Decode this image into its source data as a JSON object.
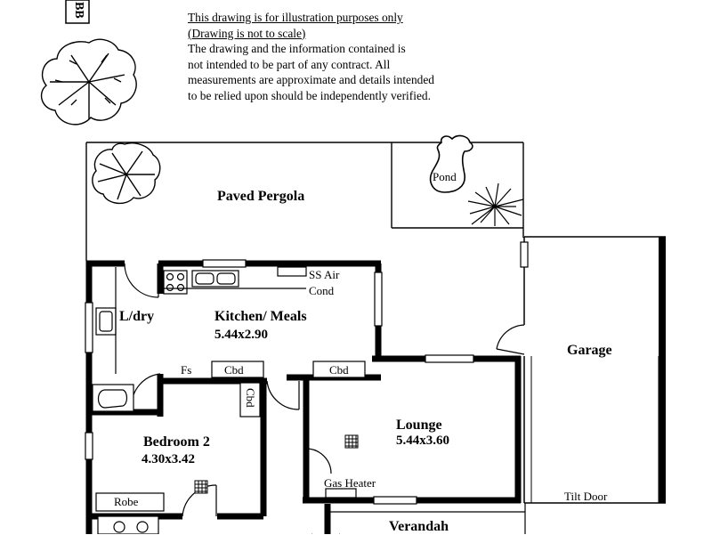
{
  "disclaimer": {
    "line1": "This drawing is for illustration purposes only",
    "line2": "(Drawing is not to scale)",
    "line3": "The drawing and the information contained is",
    "line4": "not intended to be part of any contract.  All",
    "line5": "measurements are approximate and details intended",
    "line6": "to be relied upon should be independently verified."
  },
  "corner_label": "BB",
  "rooms": {
    "paved_pergola": "Paved Pergola",
    "pond": "Pond",
    "kitchen_meals": "Kitchen/ Meals",
    "kitchen_meals_size": "5.44x2.90",
    "laundry": "L/dry",
    "ss_air": "SS Air",
    "cond": "Cond",
    "garage": "Garage",
    "fs": "Fs",
    "cbd_left": "Cbd",
    "cbd_right": "Cbd",
    "cbd_vertical": "Cbd",
    "lounge": "Lounge",
    "lounge_size": "5.44x3.60",
    "bedroom2": "Bedroom 2",
    "bedroom2_size": "4.30x3.42",
    "gas_heater": "Gas Heater",
    "tilt_door": "Tilt Door",
    "robe": "Robe",
    "verandah": "Verandah"
  }
}
